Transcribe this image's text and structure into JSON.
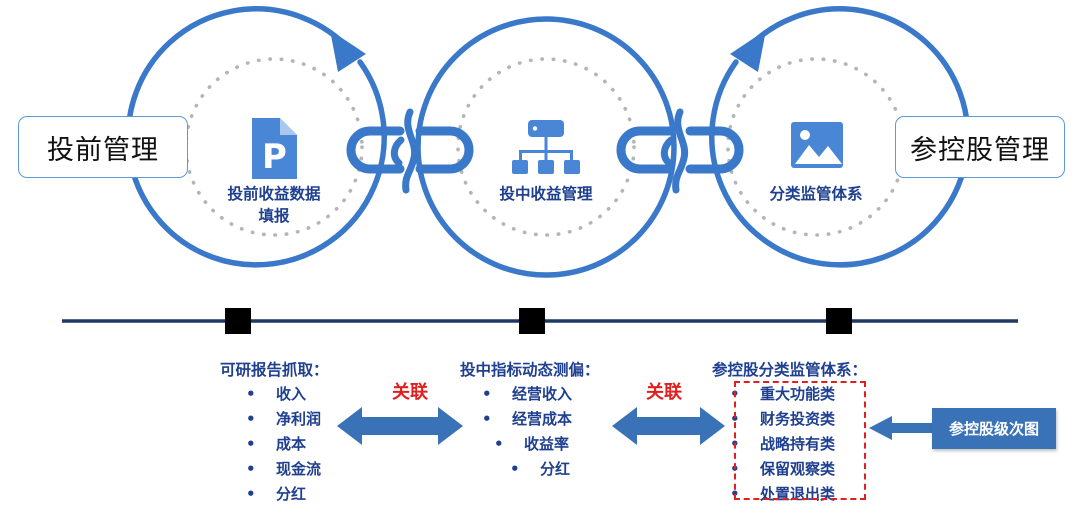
{
  "diagram": {
    "side_labels": {
      "left": "投前管理",
      "right": "参控股管理"
    },
    "circles": [
      {
        "caption": "投前收益数据\n填报",
        "icon": "document-p-icon"
      },
      {
        "caption": "投中收益管理",
        "icon": "org-chart-icon"
      },
      {
        "caption": "分类监管体系",
        "icon": "image-picture-icon"
      }
    ],
    "connectors": [
      {
        "icon": "chain-link-icon"
      },
      {
        "icon": "chain-link-icon"
      }
    ],
    "timeline": {
      "markers": 3
    },
    "columns": [
      {
        "title": "可研报告抓取：",
        "items": [
          "收入",
          "净利润",
          "成本",
          "现金流",
          "分红"
        ]
      },
      {
        "title": "投中指标动态测偏：",
        "items": [
          "经营收入",
          "经营成本",
          "收益率",
          "分红"
        ]
      },
      {
        "title": "参控股分类监管体系：",
        "items": [
          "重大功能类",
          "财务投资类",
          "战略持有类",
          "保留观察类",
          "处置退出类"
        ]
      }
    ],
    "relation_labels": [
      "关联",
      "关联"
    ],
    "bullet_char": "•",
    "callout": {
      "label": "参控股级次图"
    },
    "colors": {
      "circle_stroke": "#3a78c9",
      "dotted_circle": "#b5b5b5",
      "icon_blue": "#4a86d6",
      "caption_navy": "#1f3f8f",
      "timeline_navy": "#1f3864",
      "marker_black": "#000000",
      "arrow_blue": "#3a72b8",
      "relation_red": "#e02020",
      "dashed_red": "#e02020",
      "callout_bg": "#3a72b8",
      "pill_border": "#5b9bd5"
    }
  }
}
